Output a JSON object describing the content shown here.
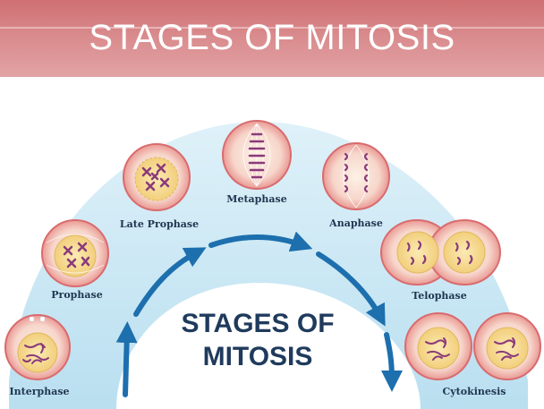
{
  "header": {
    "title": "STAGES OF MITOSIS"
  },
  "diagram": {
    "center_title_line1": "STAGES OF",
    "center_title_line2": "MITOSIS",
    "stages": [
      {
        "label": "Interphase"
      },
      {
        "label": "Prophase"
      },
      {
        "label": "Late Prophase"
      },
      {
        "label": "Metaphase"
      },
      {
        "label": "Anaphase"
      },
      {
        "label": "Telophase"
      },
      {
        "label": "Cytokinesis"
      }
    ]
  },
  "colors": {
    "banner": "#d67f82",
    "arch": "#c9e6f3",
    "arrow": "#1d6fae",
    "cell_border": "#d96b6e",
    "cell_fill": "#f6d2c8",
    "nucleus": "#f4d890",
    "chromosome": "#8a3a7a"
  }
}
